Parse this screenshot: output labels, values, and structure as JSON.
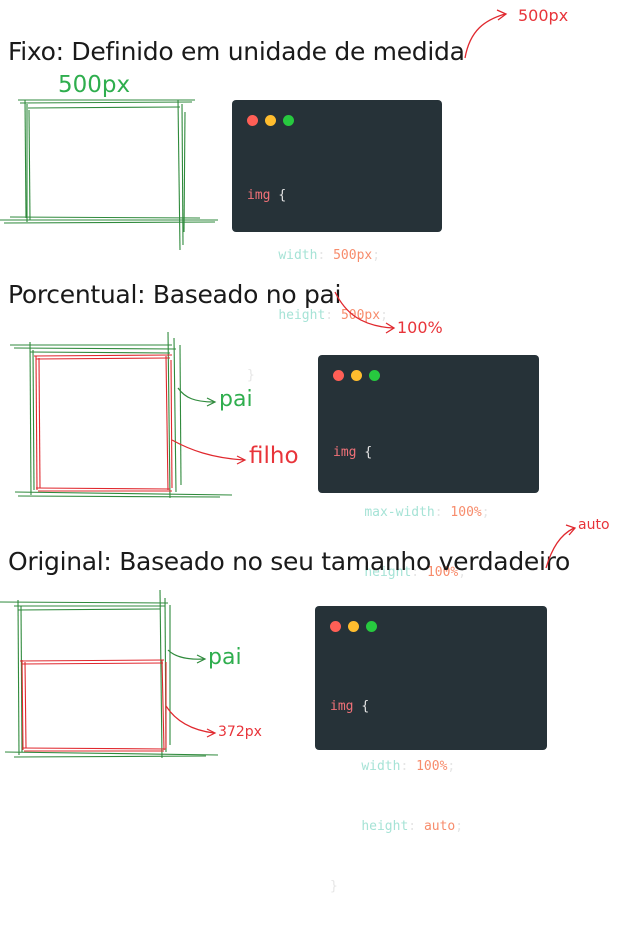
{
  "sections": [
    {
      "heading": "Fixo: Definido em unidade de medida",
      "note": "500px",
      "box_label": "500px",
      "code": {
        "selector": "img",
        "open": "{",
        "close": "}",
        "decls": [
          {
            "prop": "width",
            "value": "500px"
          },
          {
            "prop": "height",
            "value": "500px"
          }
        ]
      }
    },
    {
      "heading": "Porcentual: Baseado no pai",
      "note": "100%",
      "parent_label": "pai",
      "child_label": "filho",
      "code": {
        "selector": "img",
        "open": "{",
        "close": "}",
        "decls": [
          {
            "prop": "max-width",
            "value": "100%"
          },
          {
            "prop": "height",
            "value": "100%"
          }
        ]
      }
    },
    {
      "heading": "Original: Baseado no seu tamanho verdadeiro",
      "note": "auto",
      "parent_label": "pai",
      "child_label": "372px",
      "code": {
        "selector": "img",
        "open": "{",
        "close": "}",
        "decls": [
          {
            "prop": "width",
            "value": "100%"
          },
          {
            "prop": "height",
            "value": "auto"
          }
        ]
      }
    }
  ],
  "colors": {
    "sketch_green": "#2f8a3c",
    "sketch_red": "#e0282e",
    "label_green": "#2fae4e",
    "label_red": "#e8343a",
    "code_bg": "#263238"
  }
}
